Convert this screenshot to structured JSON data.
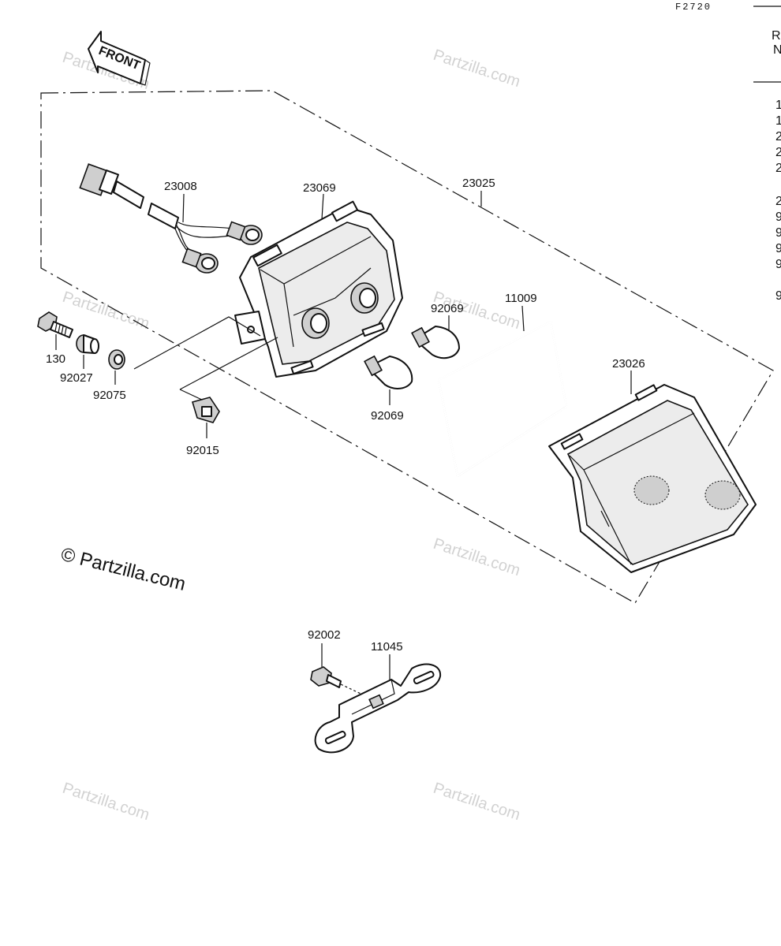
{
  "diagram": {
    "ref_code": "F2720",
    "front_label": "FRONT",
    "side_header": [
      "R",
      "N"
    ],
    "side_digits": [
      "1",
      "1",
      "2",
      "2",
      "2",
      "2",
      "9",
      "9",
      "9",
      "9",
      "9"
    ],
    "watermark": "Partzilla.com",
    "copyright": "© Partzilla.com",
    "parts": {
      "p23008": "23008",
      "p23069": "23069",
      "p23025": "23025",
      "p130": "130",
      "p92027": "92027",
      "p92075": "92075",
      "p92015": "92015",
      "p92069_top": "92069",
      "p92069_bottom": "92069",
      "p11009": "11009",
      "p23026": "23026",
      "p92002": "92002",
      "p11045": "11045"
    }
  }
}
